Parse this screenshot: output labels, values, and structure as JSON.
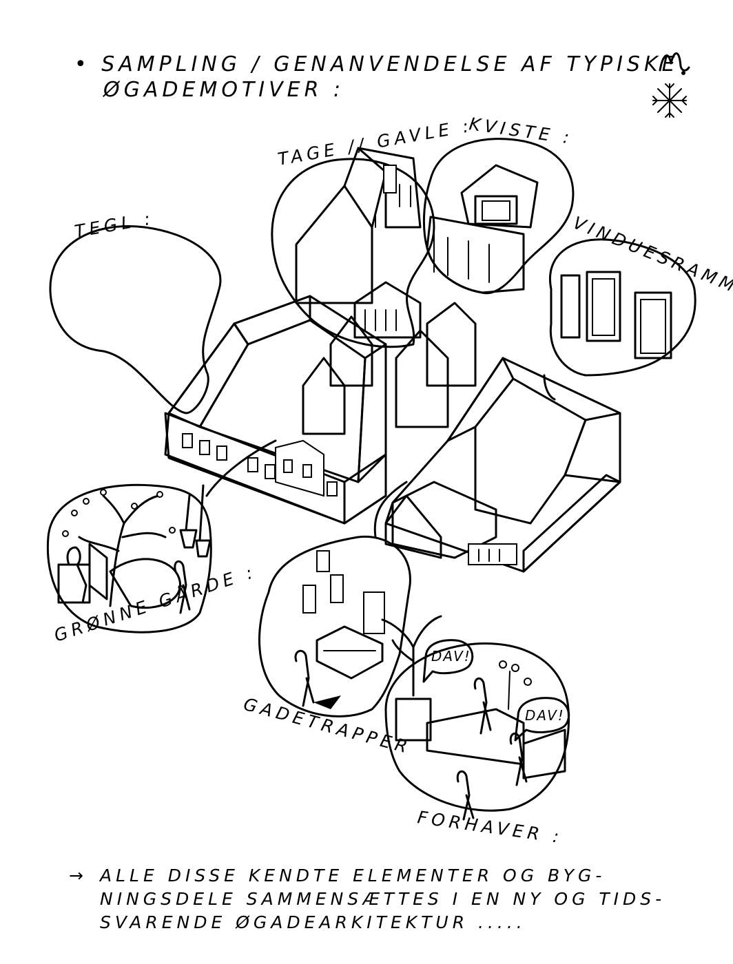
{
  "heading": {
    "line1": "• SAMPLING / GENANVENDELSE AF TYPISKE",
    "line2": "ØGADEMOTIVER :"
  },
  "labels": {
    "tegl": "TEGL :",
    "tage_gavle": "TAGE // GAVLE :",
    "kviste": "KVISTE :",
    "vinduesrammer": "VINDUESRAMMER :",
    "gronne_garde": "GRØNNE GÅRDE :",
    "gadetrapper": "GADETRAPPER",
    "forhaver": "FORHAVER :"
  },
  "speech": {
    "bubble1": "DAV!",
    "bubble2": "DAV!"
  },
  "conclusion": {
    "arrow": "→",
    "line1": "ALLE DISSE KENDTE ELEMENTER OG BYG-",
    "line2": "NINGSDELE SAMMENSÆTTES I EN NY OG TIDS-",
    "line3": "SVARENDE ØGADEARKITEKTUR ....."
  },
  "icons": {
    "signature": "signature-mark",
    "snowflake": "snowflake-icon"
  }
}
